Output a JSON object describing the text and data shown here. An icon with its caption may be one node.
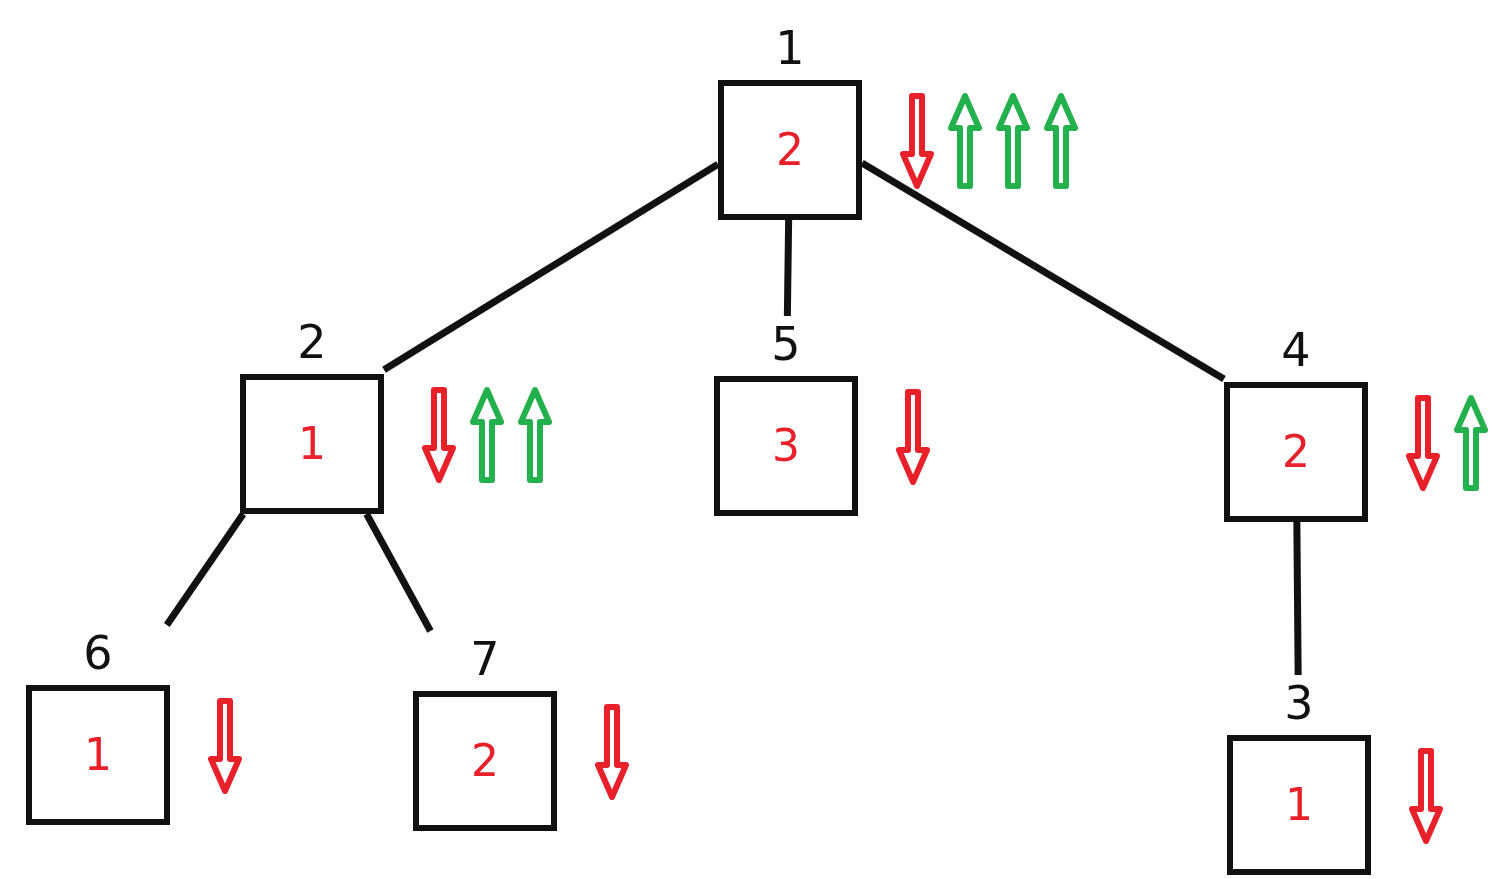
{
  "diagram": {
    "nodes": [
      {
        "text": [
          "1",
          "2"
        ]
      },
      {
        "text": [
          "2",
          "1"
        ]
      },
      {
        "text": [
          "5",
          "3"
        ]
      },
      {
        "text": [
          "4",
          "2"
        ]
      },
      {
        "text": [
          "6",
          "1"
        ]
      },
      {
        "text": [
          "7",
          "2"
        ]
      },
      {
        "text": [
          "3",
          "1"
        ]
      }
    ],
    "edges": [
      {
        "from": 0,
        "to": 1,
        "arrow": "none"
      },
      {
        "from": 0,
        "to": 2,
        "arrow": "none"
      },
      {
        "from": 0,
        "to": 3,
        "arrow": "none"
      },
      {
        "from": 1,
        "to": 4,
        "arrow": "none"
      },
      {
        "from": 1,
        "to": 5,
        "arrow": "none"
      },
      {
        "from": 3,
        "to": 6,
        "arrow": "none"
      }
    ]
  }
}
